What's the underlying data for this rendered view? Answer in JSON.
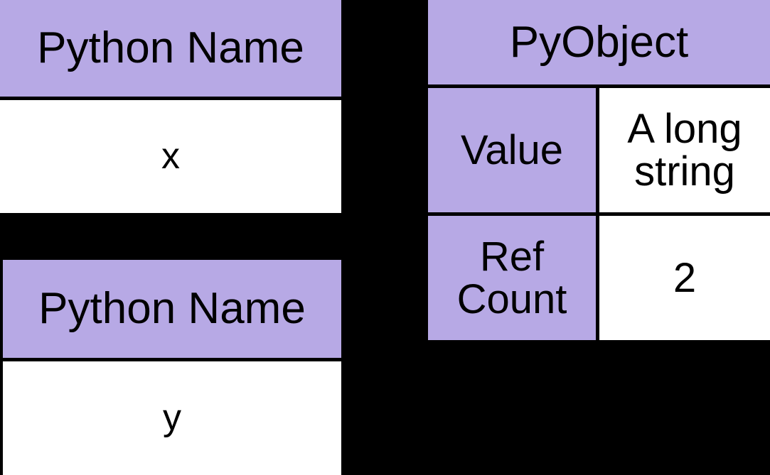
{
  "diagram": {
    "type": "memory-reference-diagram",
    "background_color": "#000000",
    "header_fill_color": "#b7a9e5",
    "value_fill_color": "#ffffff",
    "border_color": "#000000",
    "text_color": "#000000"
  },
  "name_boxes": [
    {
      "header_label": "Python Name",
      "value_label": "x"
    },
    {
      "header_label": "Python Name",
      "value_label": "y"
    }
  ],
  "pyobject": {
    "title": "PyObject",
    "rows": [
      {
        "key": "Value",
        "value": "A long\nstring"
      },
      {
        "key": "Ref\nCount",
        "value": "2"
      }
    ]
  }
}
